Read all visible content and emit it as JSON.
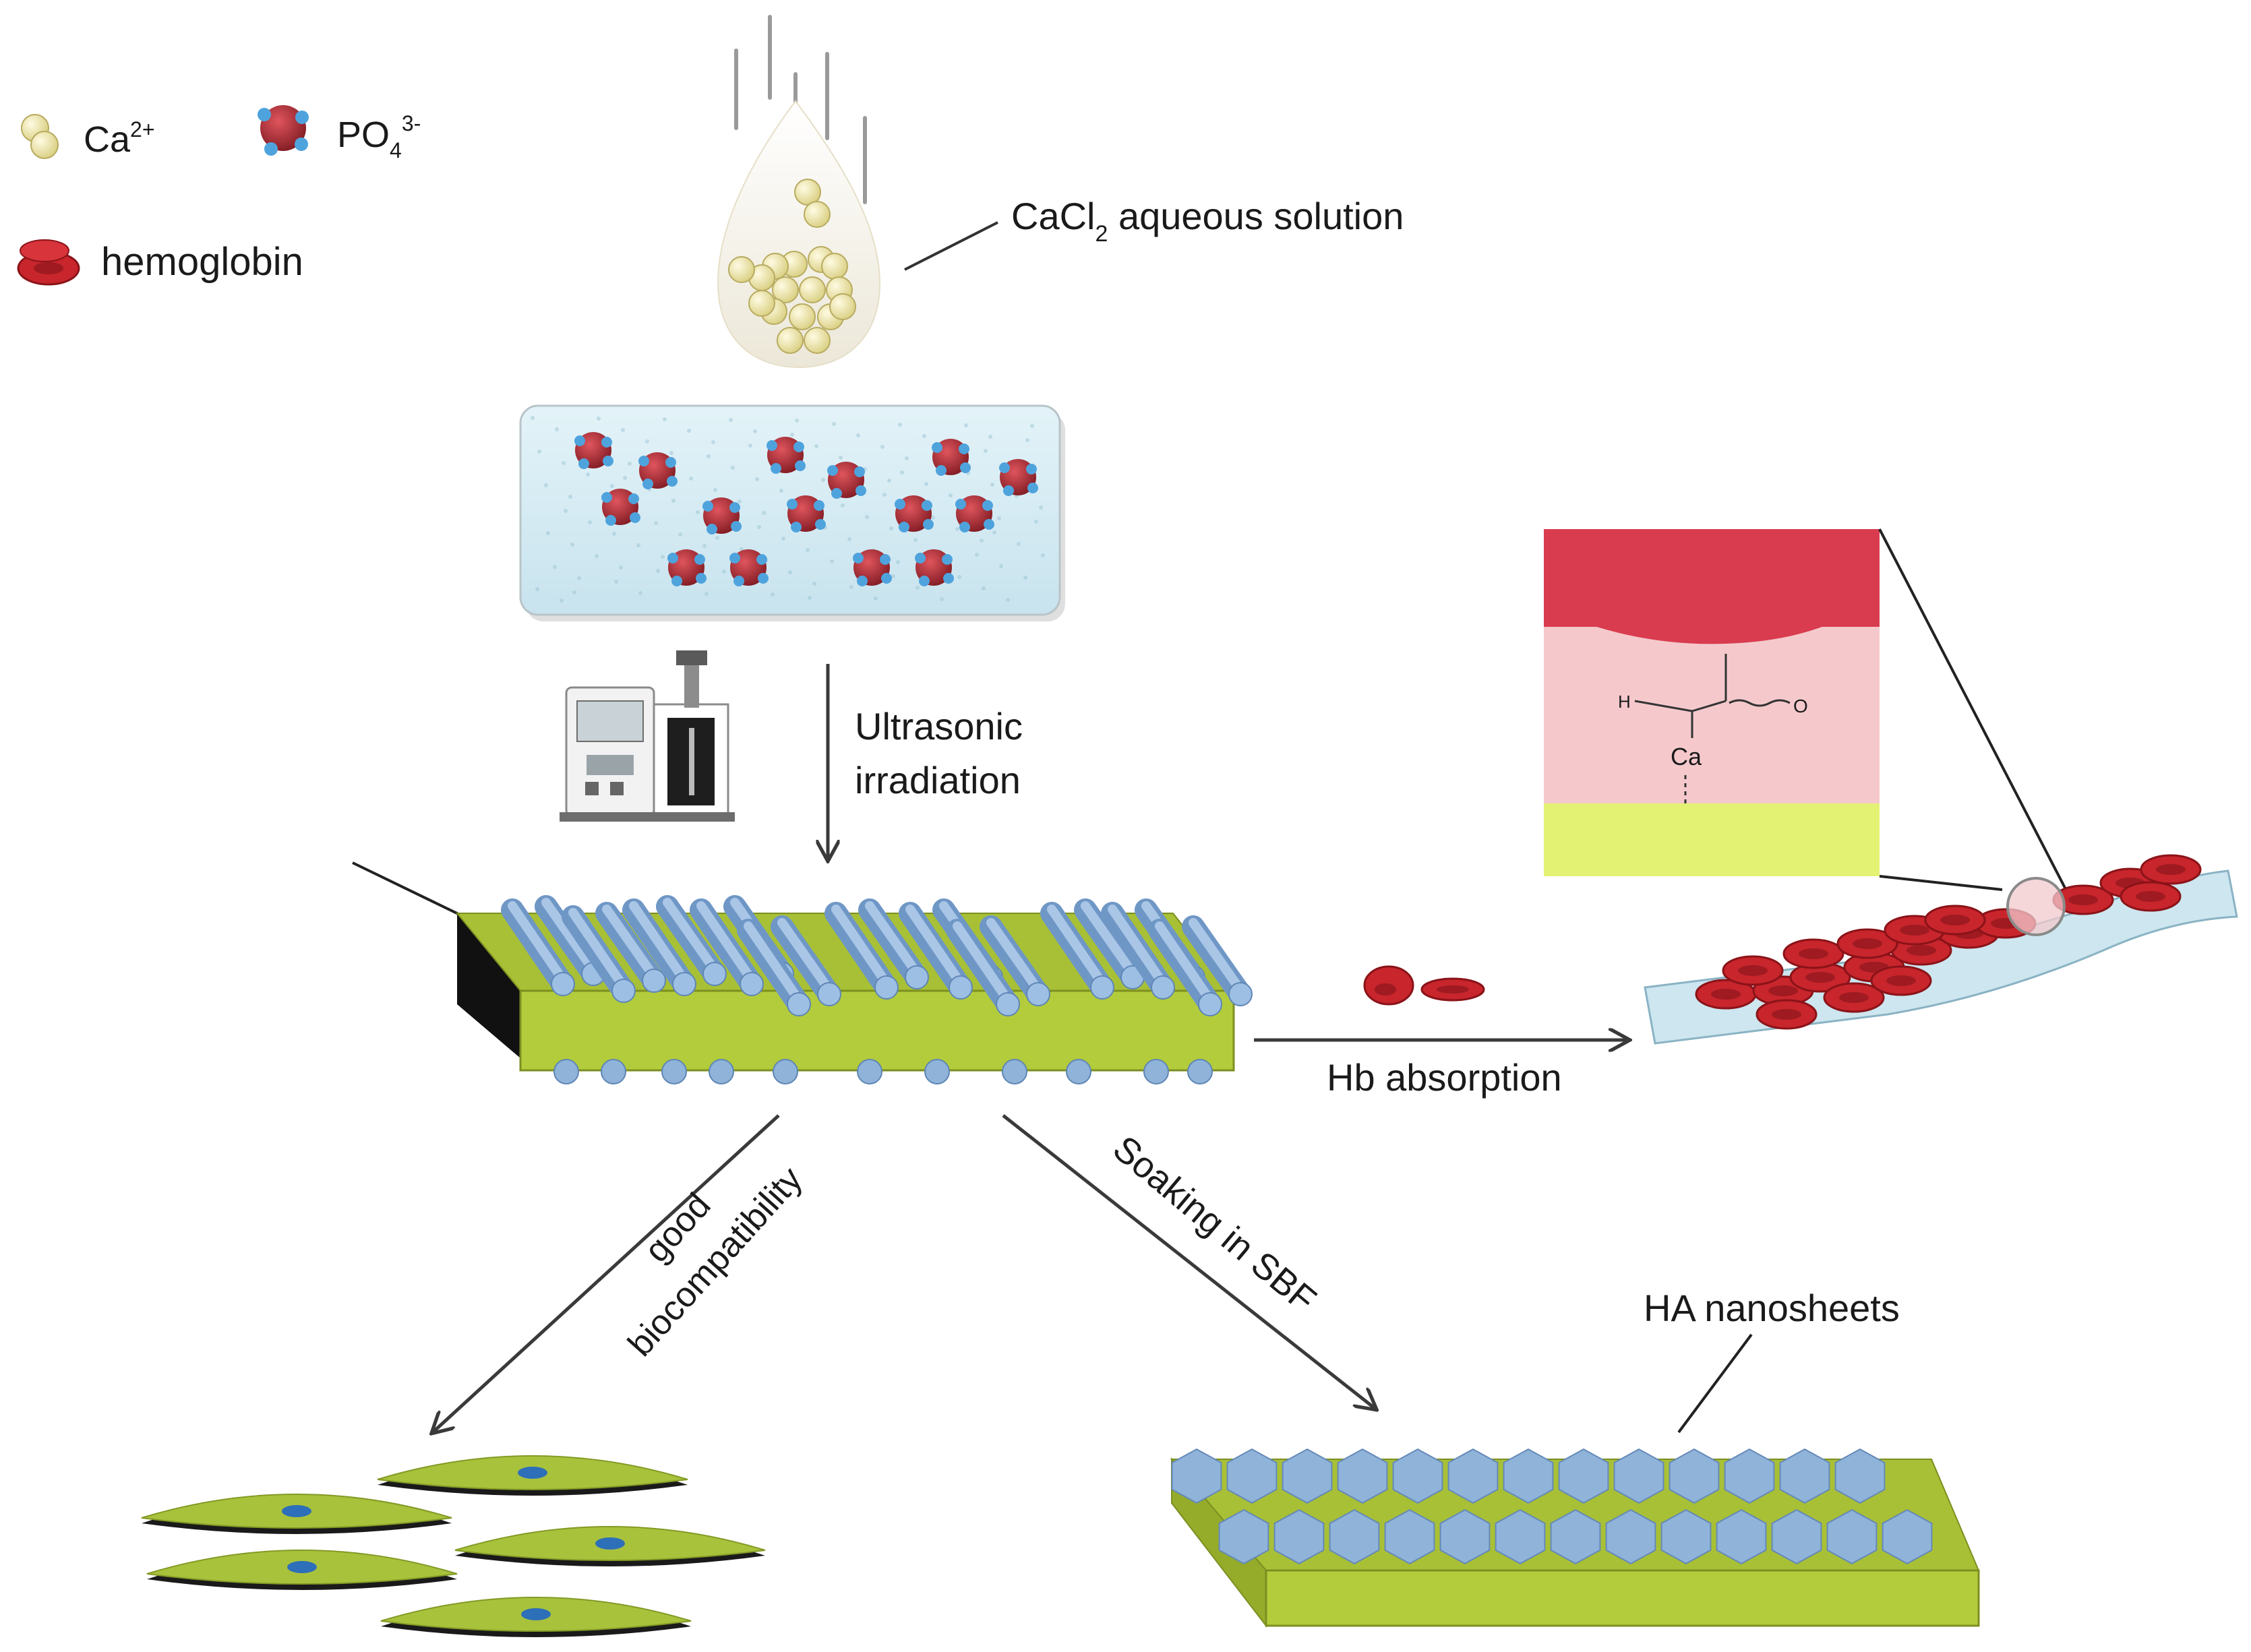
{
  "legend": {
    "ca": {
      "base": "Ca",
      "sup": "2+"
    },
    "po4": {
      "base": "PO",
      "sub": "4",
      "sup": "3-"
    },
    "hemoglobin": "hemoglobin"
  },
  "labels": {
    "cacl2": {
      "base": "CaCl",
      "sub": "2",
      "rest": " aqueous solution"
    },
    "ultrasonic_line1": "Ultrasonic",
    "ultrasonic_line2": "irradiation",
    "hb_absorption": "Hb absorption",
    "good": "good",
    "biocompatibility": "biocompatibility",
    "soaking": "Soaking in SBF",
    "ha_nanosheets": "HA nanosheets"
  },
  "inset": {
    "h": "H",
    "ca": "Ca",
    "o": "O"
  },
  "colors": {
    "ca_ion": "#f3eaa8",
    "phosphate": "#b8323a",
    "phosphate_node": "#4fa3dd",
    "hemoglobin": "#c8252c",
    "substrate": "#a8c035",
    "nanorod": "#8fb3d9",
    "solution": "#d6ecf4",
    "inset_top": "#d93c4f",
    "inset_mid": "#f5c9cc",
    "inset_bottom": "#e3f273",
    "cell": "#a9c23c",
    "nucleus": "#2d6fb8"
  }
}
